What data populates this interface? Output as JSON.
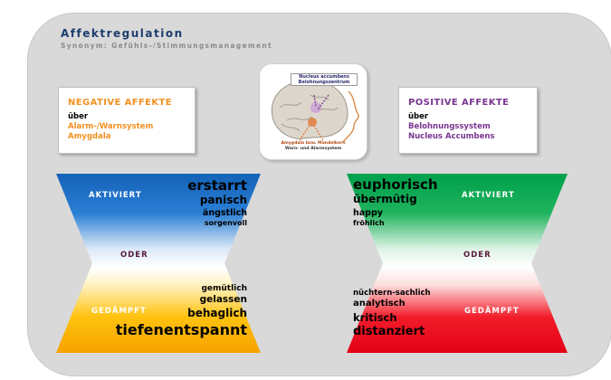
{
  "header": {
    "title": "Affektregulation",
    "subtitle": "Synonym: Gefühls-/Stimmungsmanagement"
  },
  "negative_card": {
    "heading": "NEGATIVE AFFEKTE",
    "line1": "über",
    "line2": "Alarm-/Warnsystem",
    "line3": "Amygdala"
  },
  "positive_card": {
    "heading": "POSITIVE AFFEKTE",
    "line1": "über",
    "line2": "Belohnungssystem",
    "line3": "Nucleus Accumbens"
  },
  "brain": {
    "label_top_1": "Nucleus accumbens",
    "label_top_2": "Belohnungszentrum",
    "label_bottom_1": "Amygdala bzw. Mandelkern",
    "label_bottom_2": "Warn- und Alarmsystem"
  },
  "negative_scale": {
    "label_top": "AKTIVIERT",
    "label_mid": "ODER",
    "label_bottom": "GEDÄMPFT",
    "top_words": [
      "erstarrt",
      "panisch",
      "ängstlich",
      "sorgenvoll"
    ],
    "bottom_words": [
      "gemütlich",
      "gelassen",
      "behaglich",
      "tiefenentspannt"
    ]
  },
  "positive_scale": {
    "label_top": "AKTIVIERT",
    "label_mid": "ODER",
    "label_bottom": "GEDÄMPFT",
    "top_words": [
      "euphorisch",
      "übermütig",
      "happy",
      "fröhlich"
    ],
    "bottom_words": [
      "nüchtern-sachlich",
      "analytisch",
      "kritisch",
      "distanziert"
    ]
  },
  "colors": {
    "neg_top": "#1565c0",
    "neg_bottom": "#ffb300",
    "pos_top": "#00a651",
    "pos_bottom": "#e8001a",
    "label_neg_accent": "#f29122",
    "label_pos_accent": "#7a3590"
  }
}
